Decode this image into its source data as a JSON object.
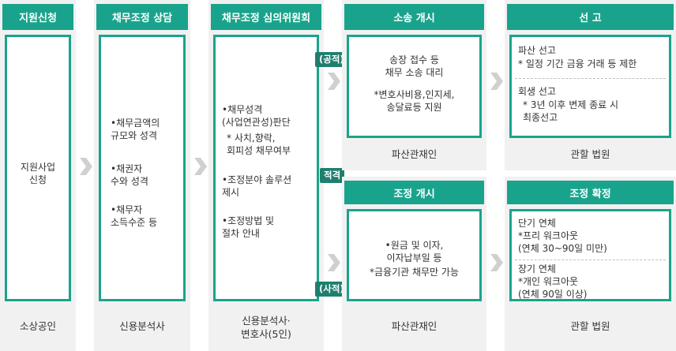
{
  "columns": {
    "apply": {
      "header": "지원신청",
      "body": "지원사업\n신청",
      "footer": "소상공인"
    },
    "consult": {
      "header": "채무조정 상담",
      "items": [
        "•채무금액의\n규모와 성격",
        "•채권자\n수와 성격",
        "•채무자\n소득수준 등"
      ],
      "footer": "신용분석사"
    },
    "committee": {
      "header": "채무조정 심의위원회",
      "item1": "•채무성격\n(사업연관성)판단",
      "item1_note": "* 사치,향락,\n회피성 채무여부",
      "item2": "•조정분야 솔루션\n제시",
      "item3": "•조정방법 및\n절차 안내",
      "footer": "신용분석사·\n변호사(5인)"
    },
    "lawsuit": {
      "header": "소송 개시",
      "main": "송장 접수 등\n채무 소송 대리",
      "note": "*변호사비용,인지세,\n송달료등 지원",
      "footer": "파산관재인"
    },
    "adjust": {
      "header": "조정 개시",
      "main": "•원금 및 이자,\n이자납부일 등",
      "note": "*금융기관 채무만 가능",
      "footer": "파산관재인"
    },
    "declare": {
      "header": "선 고",
      "item1_title": "파산 선고",
      "item1_note": "* 일정 기간 금융 거래 등 제한",
      "item2_title": "회생 선고",
      "item2_note": "* 3년 이후 변제 종료 시\n최종선고",
      "footer": "관할 법원"
    },
    "confirm": {
      "header": "조정 확정",
      "item1_title": "단기 연체",
      "item1_note": "*프리 워크아웃\n(연체 30~90일 미만)",
      "item2_title": "장기 연체",
      "item2_note": "*개인 워크아웃\n(연체 90일 이상)",
      "footer": "관할 법원"
    }
  },
  "tags": {
    "public": "(공적)",
    "eligible": "적격",
    "private": "(사적)"
  },
  "colors": {
    "accent": "#1aa38c",
    "tag": "#1f7f6e",
    "panel": "#f1f1f1",
    "arrow": "#d0d0d0"
  },
  "icons": {
    "flow_arrow": "chevron-right-icon"
  }
}
